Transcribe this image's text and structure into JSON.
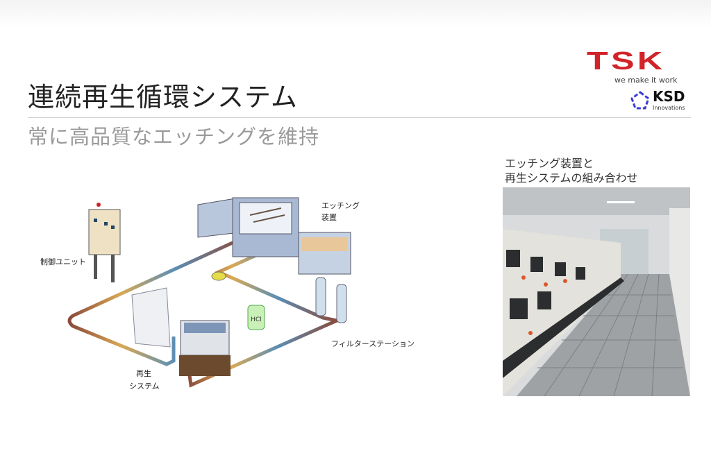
{
  "slide": {
    "title": "連続再生循環システム",
    "subtitle": "常に高品質なエッチングを維持"
  },
  "logos": {
    "tsk": "TSK",
    "tsk_tagline": "we make it work",
    "ksd": "KSD",
    "ksd_sub": "Innovations"
  },
  "photo": {
    "caption_line1": "エッチング装置と",
    "caption_line2": "再生システムの組み合わせ"
  },
  "diagram": {
    "etching_line1": "エッチング",
    "etching_line2": "装置",
    "control_unit": "制御ユニット",
    "filter_station": "フィルターステーション",
    "regen_line1": "再生",
    "regen_line2": "システム",
    "tank_label": "HCl"
  },
  "colors": {
    "tsk_red": "#d2232a",
    "ksd_blue": "#3a3ad8"
  }
}
